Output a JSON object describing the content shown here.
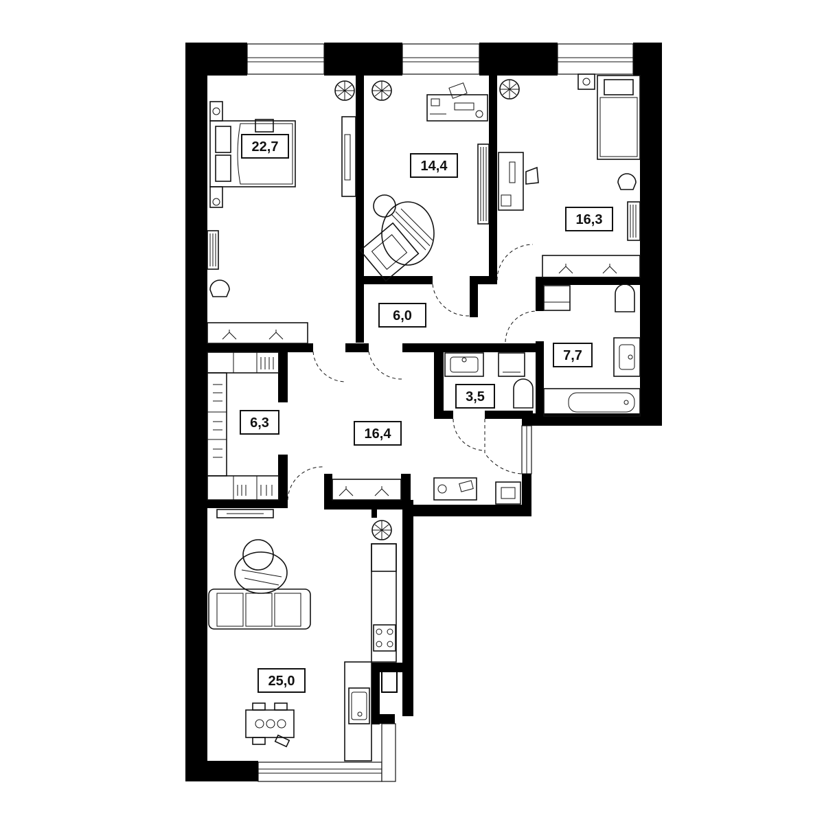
{
  "colors": {
    "wall": "#000000",
    "background": "#ffffff",
    "line": "#111111"
  },
  "rooms": [
    {
      "id": "bedroom-main",
      "area": "22,7"
    },
    {
      "id": "bedroom-study",
      "area": "14,4"
    },
    {
      "id": "bedroom-kids",
      "area": "16,3"
    },
    {
      "id": "corridor",
      "area": "6,0"
    },
    {
      "id": "bathroom",
      "area": "7,7"
    },
    {
      "id": "toilet",
      "area": "3,5"
    },
    {
      "id": "wardrobe",
      "area": "6,3"
    },
    {
      "id": "hall",
      "area": "16,4"
    },
    {
      "id": "living-kitchen",
      "area": "25,0"
    }
  ]
}
